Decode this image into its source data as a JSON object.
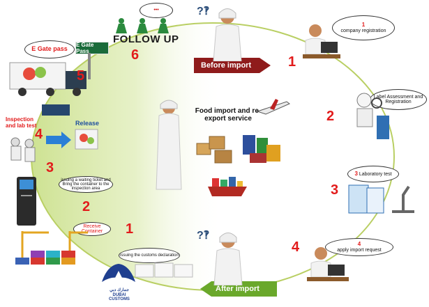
{
  "center": {
    "title": "Food import and re-export service"
  },
  "phases": {
    "before": "Before import",
    "after": "After import"
  },
  "before_steps": [
    {
      "num": "1",
      "bubble_num": "1",
      "label": "company registration"
    },
    {
      "num": "2",
      "bubble_num": "",
      "label": "Label Assessment and Registration"
    },
    {
      "num": "3",
      "bubble_num": "3",
      "label": "Laboratory test"
    },
    {
      "num": "4",
      "bubble_num": "4",
      "label": "apply import request"
    }
  ],
  "after_steps": [
    {
      "num": "1",
      "label": "issuing the customs declaration"
    },
    {
      "num": "2",
      "label": "Receive Container"
    },
    {
      "num": "3",
      "label": "issuing a waiting ticket and Bring the container to the inspection area"
    },
    {
      "num": "4",
      "label": "Inspection and lab test",
      "release": "Release"
    },
    {
      "num": "5",
      "label": "E Gate pass",
      "sign": "E Gate Pass"
    },
    {
      "num": "6",
      "label": "FOLLOW UP"
    }
  ],
  "logo": {
    "arabic": "جمارك دبي",
    "text": "DUBAI CUSTOMS"
  },
  "colors": {
    "accent_red": "#e21b1b",
    "arrow_red": "#8f1b1b",
    "arrow_green": "#6aa82b",
    "ring": "#b9cf63"
  }
}
